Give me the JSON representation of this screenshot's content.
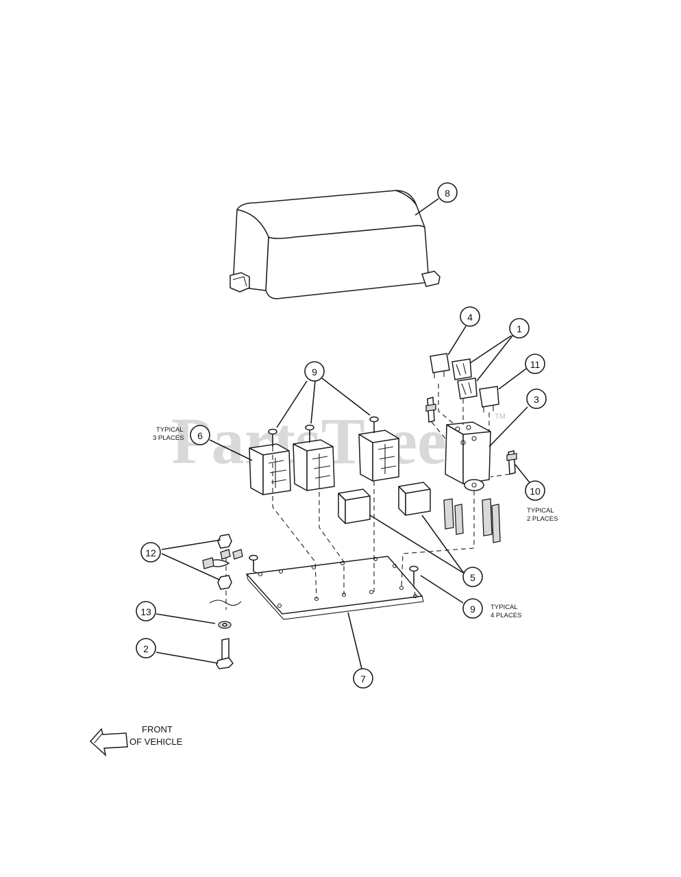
{
  "watermark": {
    "text": "PartsTree",
    "trademark": "TM"
  },
  "callouts": [
    {
      "id": "c8",
      "label": "8"
    },
    {
      "id": "c4",
      "label": "4"
    },
    {
      "id": "c1",
      "label": "1"
    },
    {
      "id": "c9a",
      "label": "9"
    },
    {
      "id": "c11",
      "label": "11"
    },
    {
      "id": "c3",
      "label": "3"
    },
    {
      "id": "c6",
      "label": "6"
    },
    {
      "id": "c10",
      "label": "10"
    },
    {
      "id": "c12",
      "label": "12"
    },
    {
      "id": "c5",
      "label": "5"
    },
    {
      "id": "c9b",
      "label": "9"
    },
    {
      "id": "c13",
      "label": "13"
    },
    {
      "id": "c2",
      "label": "2"
    },
    {
      "id": "c7",
      "label": "7"
    }
  ],
  "notes": {
    "typical3": [
      "TYPICAL",
      "3 PLACES"
    ],
    "typical2": [
      "TYPICAL",
      "2 PLACES"
    ],
    "typical4": [
      "TYPICAL",
      "4 PLACES"
    ]
  },
  "front": {
    "line1": "FRONT",
    "line2": "OF VEHICLE"
  }
}
